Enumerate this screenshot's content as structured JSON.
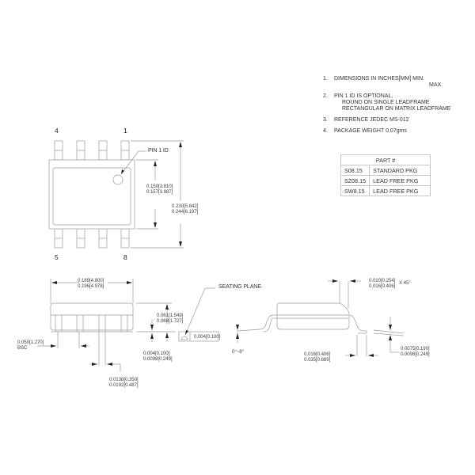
{
  "notes": [
    {
      "num": "1.",
      "lines": [
        "DIMENSIONS IN INCHES[MM] MIN.",
        "MAX."
      ]
    },
    {
      "num": "2.",
      "lines": [
        "PIN 1 ID IS OPTIONAL,",
        "ROUND ON SINGLE LEADFRAME",
        "RECTANGULAR ON MATRIX LEADFRAME"
      ]
    },
    {
      "num": "3.",
      "lines": [
        "REFERENCE JEDEC MS-012"
      ]
    },
    {
      "num": "4.",
      "lines": [
        "PACKAGE WEIGHT 0.07gms"
      ]
    }
  ],
  "part_table": {
    "header": "PART #",
    "rows": [
      {
        "part": "S08.15",
        "desc": "STANDARD PKG"
      },
      {
        "part": "SZ08.15",
        "desc": "LEAD FREE PKG"
      },
      {
        "part": "SW8.15",
        "desc": "LEAD FREE PKG"
      }
    ]
  },
  "top_view": {
    "pin_labels": {
      "top_left": "4",
      "top_right": "1",
      "bottom_left": "5",
      "bottom_right": "8"
    },
    "pin1_label": "PIN 1 ID",
    "body_width": [
      "0.150[3.810]",
      "0.157[3.987]"
    ],
    "overall_width": [
      "0.230[5.842]",
      "0.244[6.197]"
    ]
  },
  "side_view": {
    "length": [
      "0.189[4.800]",
      "0.196[4.978]"
    ],
    "pitch": [
      "0.050[1.270]",
      "BSC"
    ],
    "lead_width": [
      "0.0138[0.350]",
      "0.0192[0.487]"
    ],
    "height": [
      "0.061[1.549]",
      "0.068[1.727]"
    ],
    "standoff": [
      "0.004[0.100]",
      "0.0098[0.249]"
    ],
    "seating_plane_label": "SEATING PLANE",
    "coplanarity": "0.004[0.100]"
  },
  "end_view": {
    "chamfer": [
      "0.010[0.254]",
      "0.016[0.406]"
    ],
    "chamfer_angle": "X 45°",
    "angle": "0°~8°",
    "foot_length": [
      "0.016[0.406]",
      "0.035[0.889]"
    ],
    "lead_thickness": [
      "0.0075[0.190]",
      "0.0098[0.249]"
    ]
  }
}
